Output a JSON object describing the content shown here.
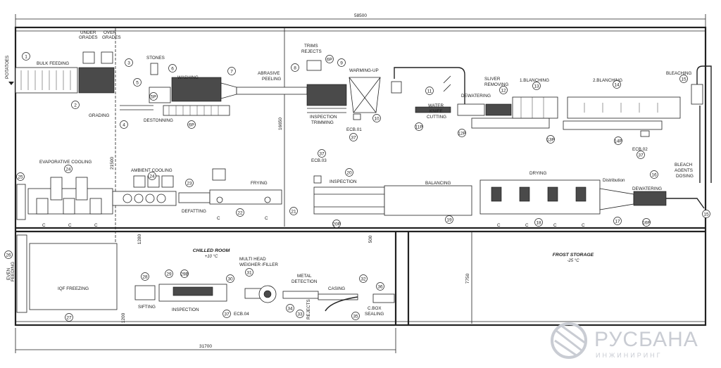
{
  "dimensions": {
    "overall_width": "58500",
    "lower_width": "31700",
    "upper_height": "21500",
    "mid_height": "16650",
    "frost_height": "7750",
    "gap_1280": "1280",
    "gap_1200": "1200",
    "gap_500": "500"
  },
  "rooms": {
    "chilled_title": "CHILLED ROOM",
    "chilled_temp": "+10 °C",
    "frost_title": "FROST STORAGE",
    "frost_temp": "-25 °C"
  },
  "labels": {
    "potatoes": "POTATOES",
    "bulk_feeding": "BULK FEEDING",
    "under_grades": "UNDER GRADES",
    "over_grades": "OVER GRADES",
    "grading": "GRADING",
    "stones": "STONES",
    "washing": "WASHING",
    "destonning": "DESTONNING",
    "abrasive_peeling": "ABRASIVE PEELING",
    "trims_rejects": "TRIMS REJECTS",
    "inspection_trimming": "INSPECTION TRIMMING",
    "warming_up": "WARMING-UP",
    "water_knife_cutting": "WATER KNIFE CUTTING",
    "dewatering_top": "DEWATERING",
    "sliver_removing": "SLIVER REMOVING",
    "blanching_1": "1.BLANCHING",
    "blanching_2": "2.BLANCHING",
    "bleaching": "BLEACHING",
    "ecb_01": "ECB.01",
    "ecb_02": "ECB.02",
    "ecb_03": "ECB.03",
    "ecb_04": "ECB.04",
    "evaporative_cooling": "EVAPORATIVE COOLING",
    "ambient_cooling": "AMBIENT COOLING",
    "frying": "FRYING",
    "defatting": "DEFATTING",
    "inspection_mid": "INSPECTION",
    "balancing": "BALANCING",
    "drying": "DRYING",
    "distribution": "Distribution",
    "dewatering_mid": "DEWATERING",
    "bleach_agents_dosing": "BLEACH AGENTS DOSING",
    "even_feeding": "EVEN FEEDING",
    "iqf_freezing": "IQF FREEZING",
    "sifting": "SIFTING",
    "inspection_low": "INSPECTION",
    "multi_head": "MULTI HEAD WEIGHER /FILLER",
    "metal_detection": "METAL DETECTION",
    "rejects": "REJECTS",
    "casing": "CASING",
    "cbox_sealing": "C.BOX SEALING",
    "c": "C"
  },
  "bubbles": [
    "1",
    "2",
    "3",
    "4",
    "5",
    "6",
    "7",
    "8",
    "9",
    "10",
    "11",
    "11P",
    "12",
    "12P",
    "13",
    "13P",
    "14",
    "14P",
    "15",
    "15",
    "16",
    "16P",
    "17",
    "18",
    "19",
    "20",
    "20P",
    "21",
    "22",
    "23",
    "24",
    "24",
    "25",
    "26",
    "27",
    "28",
    "29",
    "29B",
    "30",
    "31",
    "32",
    "33",
    "34",
    "35",
    "36",
    "37",
    "37",
    "37",
    "37",
    "5P",
    "6P",
    "6P"
  ],
  "brand": {
    "name": "РУСБАНА",
    "tagline": "ИНЖИНИРИНГ"
  }
}
